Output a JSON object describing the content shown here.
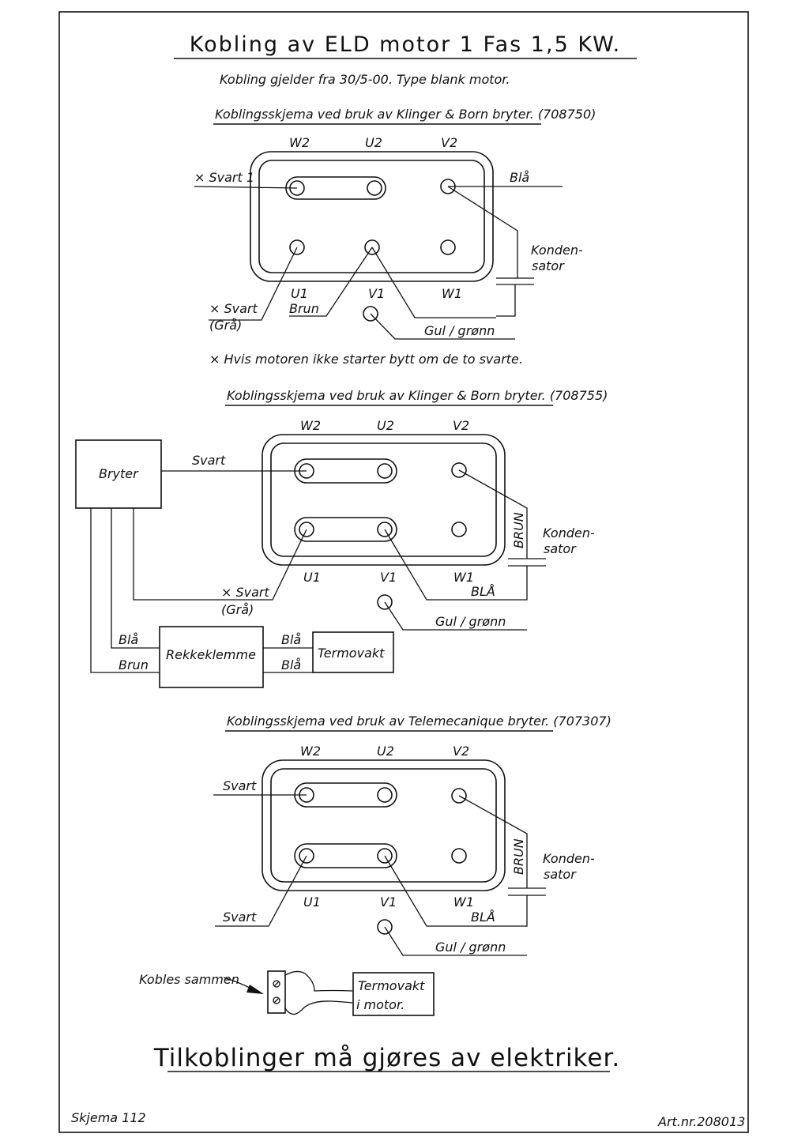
{
  "title": "Kobling av ELD motor 1 Fas 1,5 KW.",
  "subtitle": "Kobling gjelder fra 30/5-00. Type blank motor.",
  "diagram1": {
    "heading": "Koblingsskjema ved bruk av Klinger & Born bryter. (708750)",
    "w2": "W2",
    "u2": "U2",
    "v2": "V2",
    "u1_label": "U1",
    "u1_wire": "Brun",
    "v1": "V1",
    "w1": "W1",
    "svart1": "× Svart 1",
    "svart": "× Svart",
    "graa": "(Grå)",
    "blaa": "Blå",
    "kond1": "Konden-",
    "kond2": "sator",
    "gulgronn": "Gul / grønn",
    "note": "× Hvis motoren ikke starter bytt om de to svarte."
  },
  "diagram2": {
    "heading": "Koblingsskjema ved bruk av Klinger & Born bryter. (708755)",
    "w2": "W2",
    "u2": "U2",
    "v2": "V2",
    "u1": "U1",
    "v1": "V1",
    "w1": "W1",
    "bryter": "Bryter",
    "svart_top": "Svart",
    "svart": "× Svart",
    "graa": "(Grå)",
    "brun_vertical": "BRUN",
    "kond1": "Konden-",
    "kond2": "sator",
    "blaa_caps": "BLÅ",
    "gulgronn": "Gul / grønn",
    "rekkeklemme": "Rekkeklemme",
    "termovakt": "Termovakt",
    "blaa1": "Blå",
    "brun": "Brun",
    "blaa2": "Blå",
    "blaa3": "Blå"
  },
  "diagram3": {
    "heading": "Koblingsskjema ved bruk av Telemecanique bryter. (707307)",
    "w2": "W2",
    "u2": "U2",
    "v2": "V2",
    "u1": "U1",
    "v1": "V1",
    "w1": "W1",
    "svart_top": "Svart",
    "svart_bottom": "Svart",
    "brun_vertical": "BRUN",
    "kond1": "Konden-",
    "kond2": "sator",
    "blaa_caps": "BLÅ",
    "gulgronn": "Gul / grønn",
    "kobles_sammen": "Kobles sammen",
    "termovakt1": "Termovakt",
    "termovakt2": "i motor."
  },
  "footer": {
    "warning": "Tilkoblinger må gjøres av elektriker.",
    "schema": "Skjema 112",
    "artnr": "Art.nr.208013"
  }
}
